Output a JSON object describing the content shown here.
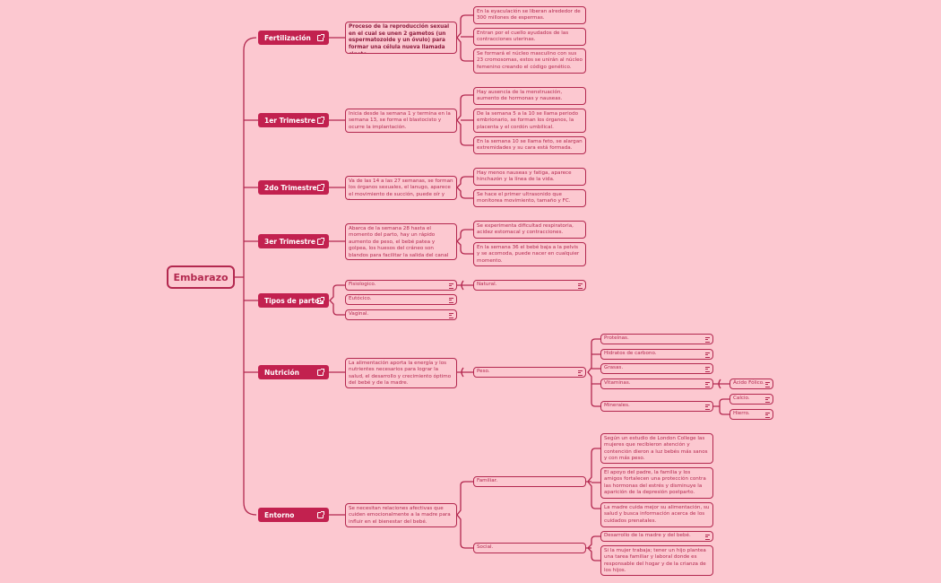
{
  "root": "Embarazo",
  "categories": {
    "fertilizacion": "Fertilización",
    "trim1": "1er Trimestre",
    "trim2": "2do Trimestre",
    "trim3": "3er Trimestre",
    "partos": "Tipos de partos",
    "nutricion": "Nutrición",
    "entorno": "Entorno"
  },
  "fertilizacion": {
    "desc": "Proceso de la reproducción sexual en el cual se unen 2 gametos (un espermatozoide y un óvulo) para formar una célula nueva llamada cigoto.",
    "details": [
      "En la eyaculación se liberan alrededor de 300 millones de espermas.",
      "Entran por el cuello ayudados de las contracciones uterinas.",
      "Se formará el núcleo masculino con sus 23 cromosomas, estos se unirán al núcleo femenino creando el código genético."
    ]
  },
  "trim1": {
    "desc": "Inicia desde la semana 1 y termina en la semana 13, se forma el blastocisto y ocurre la implantación.",
    "details": [
      "Hay ausencia de la menstruación, aumento de hormonas y nauseas.",
      "De la semana 5 a la 10 se llama periodo embrionario, se forman los órganos, la placenta y el cordón umbilical.",
      "En la semana 10 se llama feto, se alargan extremidades y su cara está formada."
    ]
  },
  "trim2": {
    "desc": "Va de las 14 a las 27 semanas, se forman los órganos sexuales, el lanugo, aparece el movimiento de succión, puede oír y tragar.",
    "details": [
      "Hay menos nauseas y fatiga, aparece hinchazón y la línea de la vida.",
      "Se hace el primer ultrasonido que monitorea movimiento, tamaño y FC."
    ]
  },
  "trim3": {
    "desc": "Abarca de la semana 28 hasta el momento del parto, hay un rápido aumento de peso, el bebé patea y golpea, los huesos del cráneo son blandos para facilitar la salida del canal vaginal.",
    "details": [
      "Se experimenta dificultad respiratoria, acidez estomacal y contracciones.",
      "En la semana 36 el bebé baja a la pelvis y se acomoda, puede nacer en cualquier momento."
    ]
  },
  "partos": {
    "items": [
      "Fisiologico.",
      "Eutócico.",
      "Vaginal."
    ],
    "natural": "Natural."
  },
  "nutricion": {
    "desc": "La alimentación aporta la energía y los nutrientes necesarios para lograr la salud, el desarrollo y crecimiento óptimo del bebé y de la madre.",
    "peso": "Peso.",
    "items": [
      "Proteínas.",
      "Hidratos de carbono.",
      "Grasas.",
      "Vitaminas.",
      "Minerales."
    ],
    "vitaminas": [
      "Ácido Fólico."
    ],
    "minerales": [
      "Calcio.",
      "Hierro."
    ]
  },
  "entorno": {
    "desc": "Se necesitan relaciones afectivas que cuiden emocionalmente a la madre para influir en el bienestar del bebé.",
    "familiar": "Familiar.",
    "social": "Social.",
    "familiar_items": [
      "Según un estudio de London College las mujeres que recibieron atención y contención dieron a luz bebés más sanos y con más peso.",
      "El apoyo del padre, la familia y los amigos fortalecen una protección contra las hormonas del estrés y disminuye la aparición de la depresión postparto.",
      "La madre cuida mejor su alimentación, su salud y busca información acerca de los cuidados prenatales."
    ],
    "social_items": [
      "Desarrollo de la madre y del bebé.",
      "Si la mujer trabaja; tener un hijo plantea una tarea familiar y laboral donde es responsable del hogar y de la crianza de los hijos."
    ]
  },
  "colors": {
    "background": "#fcc8d0",
    "accent": "#c2214f",
    "stroke": "#b3284f"
  }
}
